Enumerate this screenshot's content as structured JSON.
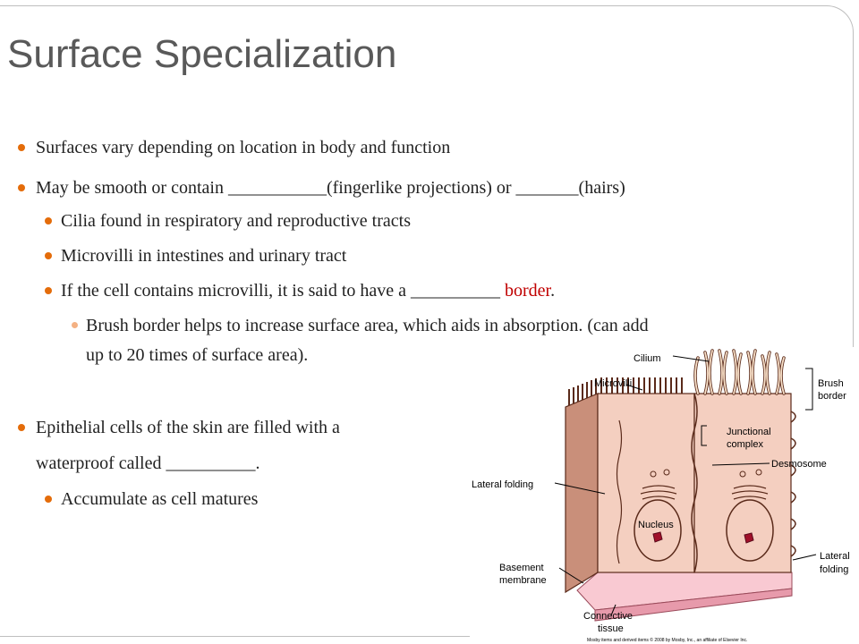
{
  "slide": {
    "title": "Surface Specialization",
    "bullets": {
      "b1": "Surfaces vary depending on location in body and function",
      "b2": "May be smooth or contain ___________(fingerlike projections) or _______(hairs)",
      "b2_1": "Cilia found in respiratory and reproductive tracts",
      "b2_2": "Microvilli in intestines and urinary tract",
      "b2_3_text": "If the cell contains microvilli, it is said to have a __________ ",
      "b2_3_red": "border",
      "b2_3_end": ".",
      "b2_3_1_line1": "Brush border helps to increase surface area, which aids in absorption. (can add",
      "b2_3_1_line2": "up to 20 times of surface area).",
      "b3_line1": "Epithelial cells of the skin are filled with a",
      "b3_line2": "waterproof called __________.",
      "b3_1": "Accumulate as cell matures"
    }
  },
  "figure": {
    "labels": {
      "cilium": "Cilium",
      "microvilli": "Microvilli",
      "brush_border_1": "Brush",
      "brush_border_2": "border",
      "junctional_1": "Junctional",
      "junctional_2": "complex",
      "desmosome": "Desmosome",
      "lateral_folding_left": "Lateral folding",
      "nucleus": "Nucleus",
      "lateral_right_1": "Lateral",
      "lateral_right_2": "folding",
      "basement_1": "Basement",
      "basement_2": "membrane",
      "connective_1": "Connective",
      "connective_2": "tissue"
    },
    "credit": "Mosby items and derived items © 2008 by Mosby, Inc., an affiliate of Elsevier Inc."
  },
  "colors": {
    "bullet": "#e46c0a",
    "bullet_light": "#f4b183",
    "accent_red": "#c00000",
    "title_gray": "#595959",
    "cell_fill": "#f2c9b4",
    "cell_dark": "#c98f7a",
    "basement": "#f4b6c2"
  }
}
